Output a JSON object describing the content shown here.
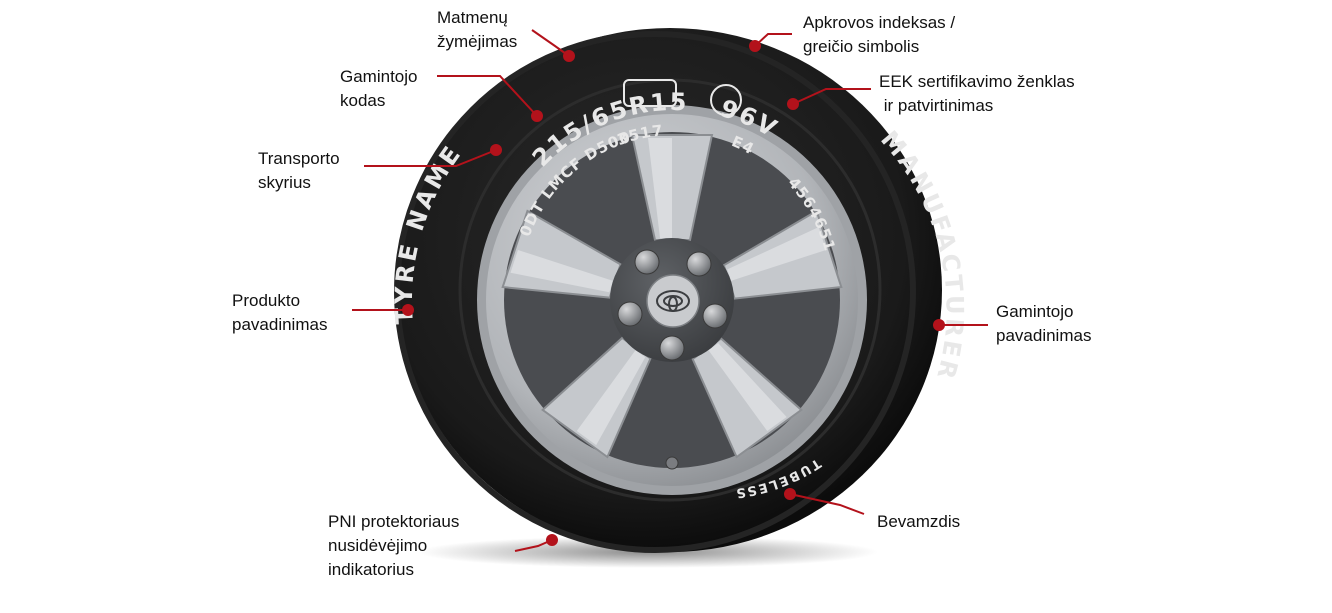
{
  "colors": {
    "accent": "#b3121b",
    "tyre": "#1a1a1a",
    "sidewall_text": "#e8e8e8",
    "rim": "#b9bcc0",
    "background": "#ffffff"
  },
  "tyre_markings": {
    "size": "215/65R15",
    "load_speed": "96V",
    "dot_code": "0DT LMCF D500",
    "date_code": "3517",
    "e_mark": "E4",
    "approval_number": "4564651",
    "tyre_name": "TYRE NAME",
    "manufacturer": "MANUFACTURER",
    "tubeless": "TUBELESS",
    "hub_logo": "toyota-logo"
  },
  "callouts": {
    "dimensions": {
      "line1": "Matmenų",
      "line2": "žymėjimas"
    },
    "load_speed": {
      "line1": "Apkrovos indeksas /",
      "line2": "greičio simbolis"
    },
    "manufacturer_code": {
      "line1": "Gamintojo",
      "line2": "kodas"
    },
    "ece_mark": {
      "line1": "EEK sertifikavimo ženklas",
      "line2": " ir patvirtinimas"
    },
    "transport_dept": {
      "line1": "Transporto",
      "line2": "skyrius"
    },
    "product_name": {
      "line1": "Produkto",
      "line2": "pavadinimas"
    },
    "manufacturer_name": {
      "line1": "Gamintojo",
      "line2": "pavadinimas"
    },
    "tubeless": {
      "line1": "Bevamzdis"
    },
    "wear_indicator": {
      "line1": "PNI protektoriaus",
      "line2": "nusidėvėjimo",
      "line3": "indikatorius"
    }
  }
}
